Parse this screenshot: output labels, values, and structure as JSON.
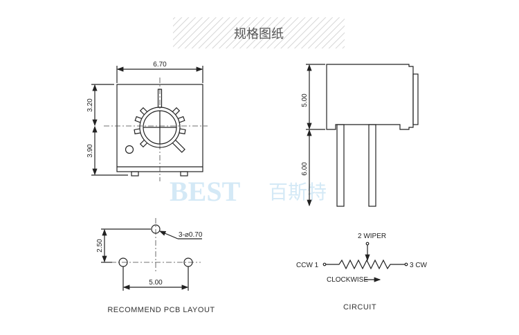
{
  "header": {
    "title": "规格图纸"
  },
  "watermark": {
    "latin": "BEST",
    "cjk": "百斯特",
    "color": "#cfe6f5"
  },
  "front_view": {
    "width_dim": "6.70",
    "upper_dim": "3.20",
    "lower_dim": "3.90"
  },
  "side_view": {
    "body_dim": "5.00",
    "pin_dim": "6.00"
  },
  "pcb_layout": {
    "pitch_v": "2.50",
    "pitch_h": "5.00",
    "hole_note": "3-⌀0.70",
    "caption": "RECOMMEND PCB LAYOUT"
  },
  "circuit": {
    "pin1": "CCW  1",
    "pin2": "2  WIPER",
    "pin3": "3  CW",
    "direction": "CLOCKWISE",
    "caption": "CIRCUIT"
  }
}
